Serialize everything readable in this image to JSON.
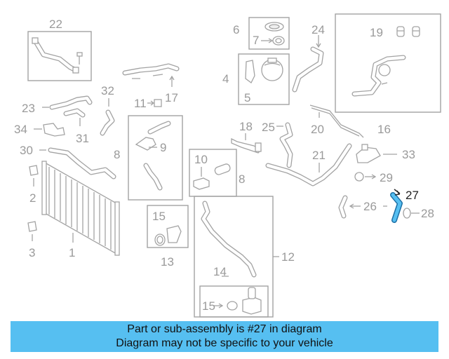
{
  "diagram": {
    "callouts": [
      "22",
      "6",
      "7",
      "24",
      "19",
      "4",
      "5",
      "17",
      "32",
      "11",
      "23",
      "34",
      "31",
      "18",
      "25",
      "20",
      "16",
      "30",
      "9",
      "8",
      "10",
      "21",
      "33",
      "29",
      "2",
      "27",
      "26",
      "28",
      "1",
      "15",
      "13",
      "12",
      "14",
      "3"
    ],
    "highlighted_part": "27",
    "highlight_color": "#56bff1"
  },
  "banner": {
    "line1": "Part or sub-assembly is #27 in diagram",
    "line2": "Diagram may not be specific to your vehicle",
    "background": "#56bff1"
  }
}
